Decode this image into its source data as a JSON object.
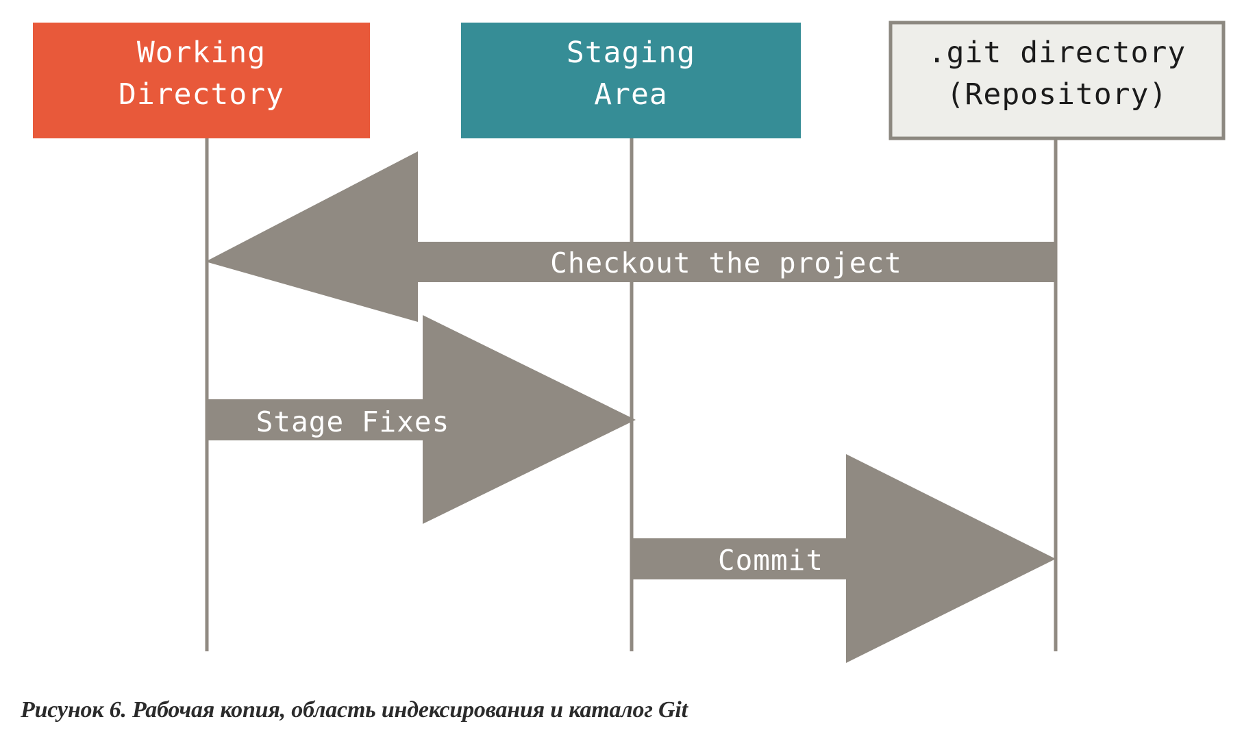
{
  "figure": {
    "caption": "Рисунок 6. Рабочая копия, область индексирования и каталог Git",
    "background_color": "#ffffff"
  },
  "colors": {
    "working_directory_fill": "#e8593a",
    "staging_area_fill": "#368d96",
    "repository_fill": "#eeeeea",
    "repository_border": "#8c8880",
    "arrow_gray": "#908a82",
    "lifeline_gray": "#908a82",
    "label_light": "#ffffff",
    "label_dark": "#1b1b1b"
  },
  "nodes": [
    {
      "id": "working-directory",
      "line1": "Working",
      "line2": "Directory",
      "fill": "#e8593a",
      "text_color": "#ffffff",
      "bordered": false
    },
    {
      "id": "staging-area",
      "line1": "Staging",
      "line2": "Area",
      "fill": "#368d96",
      "text_color": "#ffffff",
      "bordered": false
    },
    {
      "id": "repository",
      "line1": ".git directory",
      "line2": "(Repository)",
      "fill": "#eeeeea",
      "text_color": "#1b1b1b",
      "bordered": true
    }
  ],
  "arrows": [
    {
      "id": "checkout",
      "label": "Checkout the project",
      "from": "repository",
      "to": "working-directory",
      "direction": "left"
    },
    {
      "id": "stage-fixes",
      "label": "Stage Fixes",
      "from": "working-directory",
      "to": "staging-area",
      "direction": "right"
    },
    {
      "id": "commit",
      "label": "Commit",
      "from": "staging-area",
      "to": "repository",
      "direction": "right"
    }
  ]
}
